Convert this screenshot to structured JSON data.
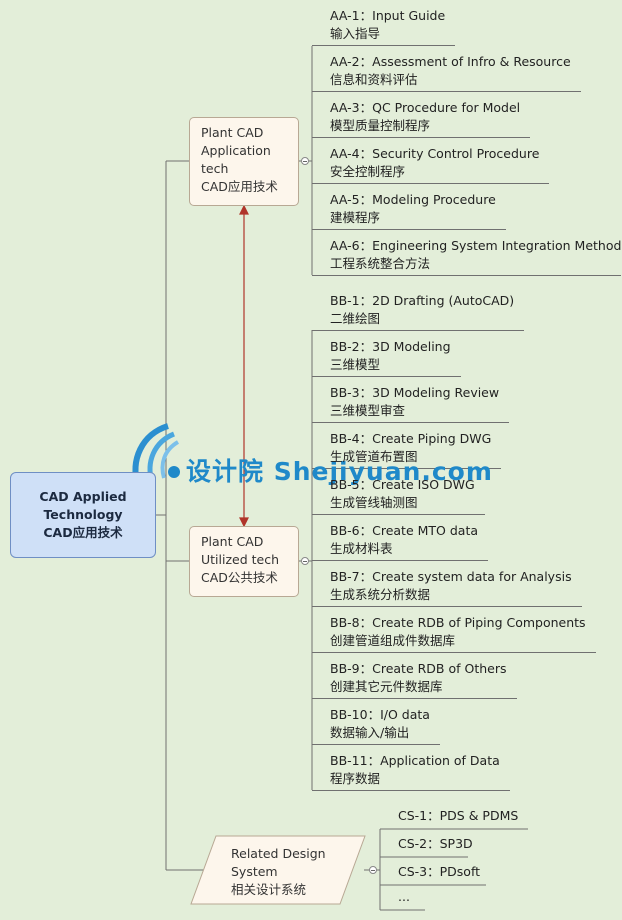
{
  "root": {
    "line1": "CAD Applied",
    "line2": "Technology",
    "line3": "CAD应用技术"
  },
  "app_tech": {
    "line1": "Plant CAD",
    "line2": "Application",
    "line3": "tech",
    "line4": "CAD应用技术"
  },
  "util_tech": {
    "line1": "Plant CAD",
    "line2": "Utilized tech",
    "line3": "CAD公共技术"
  },
  "related": {
    "line1": "Related Design",
    "line2": "System",
    "line3": "相关设计系统"
  },
  "aa_items": [
    {
      "code": "AA-1：Input Guide",
      "cn": "输入指导"
    },
    {
      "code": "AA-2：Assessment of Infro & Resource",
      "cn": "信息和资料评估"
    },
    {
      "code": "AA-3：QC Procedure for Model",
      "cn": "模型质量控制程序"
    },
    {
      "code": "AA-4：Security Control Procedure",
      "cn": "安全控制程序"
    },
    {
      "code": "AA-5：Modeling Procedure",
      "cn": "建模程序"
    },
    {
      "code": "AA-6：Engineering System Integration Method",
      "cn": "工程系统整合方法"
    }
  ],
  "bb_items": [
    {
      "code": "BB-1：2D Drafting (AutoCAD)",
      "cn": "二维绘图"
    },
    {
      "code": "BB-2：3D Modeling",
      "cn": "三维模型"
    },
    {
      "code": "BB-3：3D Modeling Review",
      "cn": "三维模型审查"
    },
    {
      "code": "BB-4：Create Piping DWG",
      "cn": "生成管道布置图"
    },
    {
      "code": "BB-5：Create ISO DWG",
      "cn": "生成管线轴测图"
    },
    {
      "code": "BB-6：Create MTO data",
      "cn": "生成材料表"
    },
    {
      "code": "BB-7：Create system data for Analysis",
      "cn": "生成系统分析数据"
    },
    {
      "code": "BB-8：Create RDB of Piping Components",
      "cn": "创建管道组成件数据库"
    },
    {
      "code": "BB-9：Create RDB of Others",
      "cn": "创建其它元件数据库"
    },
    {
      "code": "BB-10：I/O data",
      "cn": "数据输入/输出"
    },
    {
      "code": "BB-11：Application of Data",
      "cn": "程序数据"
    }
  ],
  "cs_items": [
    "CS-1：PDS & PDMS",
    "CS-2：SP3D",
    "CS-3：PDsoft",
    "..."
  ],
  "watermark": {
    "text": "设计院 Shejiyuan.com"
  },
  "colors": {
    "background": "#e3eed9",
    "root_fill": "#cfe0f7",
    "node_fill": "#fdf6ec",
    "link_arrow": "#b0342a",
    "watermark": "#1f89c9"
  }
}
